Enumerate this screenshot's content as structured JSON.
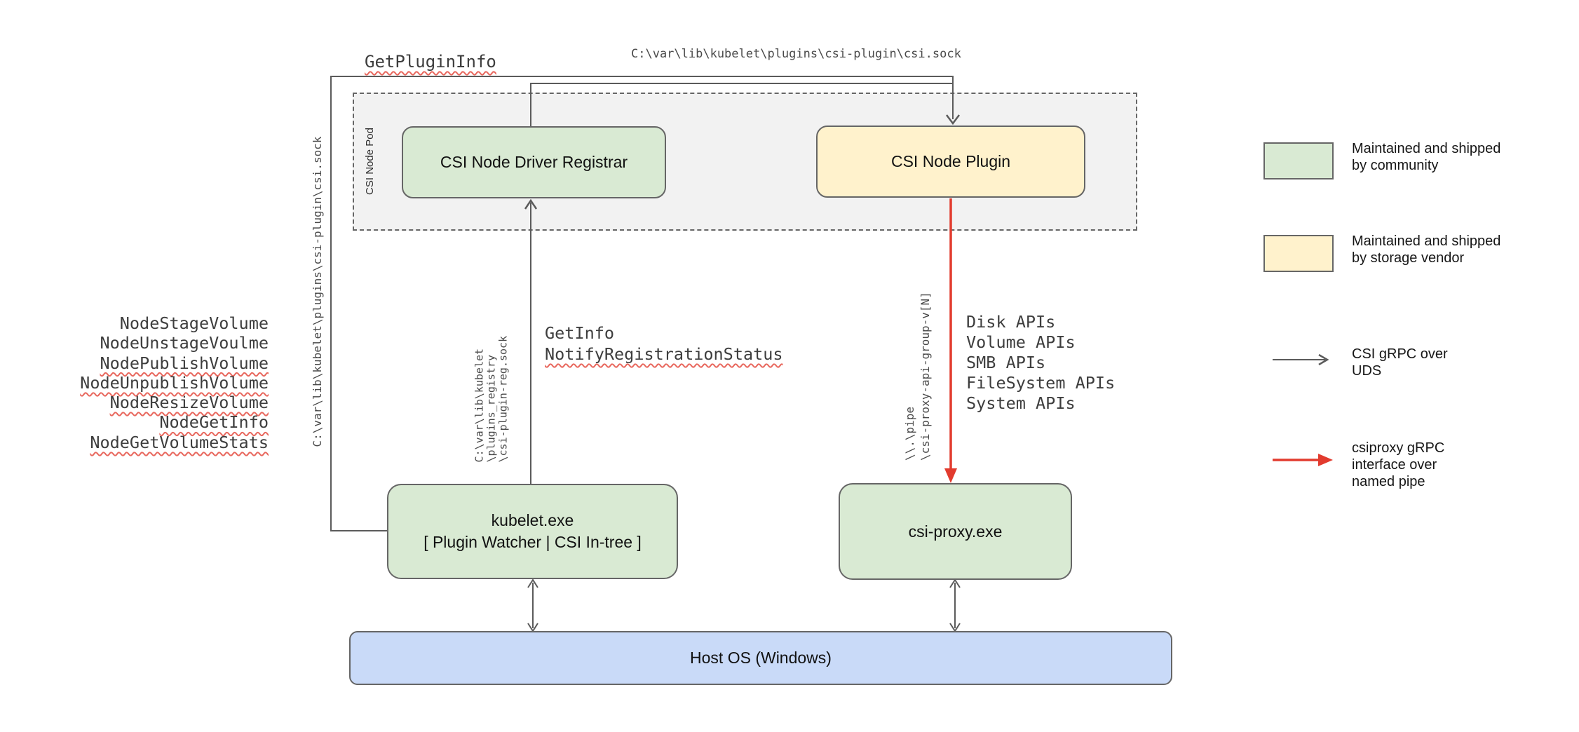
{
  "flow": {
    "get_plugin_info": "GetPluginInfo",
    "csi_sock_path": "C:\\var\\lib\\kubelet\\plugins\\csi-plugin\\csi.sock",
    "left_sock_path": "C:\\var\\lib\\kubelet\\plugins\\csi-plugin\\csi.sock",
    "node_apis": [
      "NodeStageVolume",
      "NodeUnstageVoulme",
      "NodePublishVolume",
      "NodeUnpublishVolume",
      "NodeResizeVolume",
      "NodeGetInfo",
      "NodeGetVolumeStats"
    ]
  },
  "pod": {
    "label": "CSI Node Pod",
    "registrar": "CSI Node Driver Registrar",
    "plugin": "CSI Node Plugin"
  },
  "registration": {
    "socket_lines": [
      "C:\\var\\lib\\kubelet",
      "\\plugins_registry",
      "\\csi-plugin-reg.sock"
    ],
    "calls": [
      "GetInfo",
      "NotifyRegistrationStatus"
    ]
  },
  "proxy": {
    "pipe_lines": [
      "\\\\.\\pipe",
      "\\csi-proxy-api-group-v[N]"
    ],
    "api_groups": [
      "Disk APIs",
      "Volume APIs",
      "SMB APIs",
      "FileSystem APIs",
      "System APIs"
    ]
  },
  "nodes": {
    "kubelet_line1": "kubelet.exe",
    "kubelet_line2": "[ Plugin Watcher | CSI In-tree ]",
    "csi_proxy": "csi-proxy.exe",
    "host": "Host OS (Windows)"
  },
  "legend": {
    "community": [
      "Maintained and shipped",
      "by community"
    ],
    "vendor": [
      "Maintained and shipped",
      "by storage vendor"
    ],
    "uds": [
      "CSI gRPC over",
      "UDS"
    ],
    "pipe": [
      "csiproxy gRPC",
      "interface over",
      "named pipe"
    ]
  },
  "colors": {
    "community_fill": "#d9ead3",
    "vendor_fill": "#fff2cc",
    "host_fill": "#c9daf8",
    "pod_fill": "#f2f2f2",
    "line_gray": "#5b5b5b",
    "arrow_red": "#e23b2e",
    "squiggle_red": "#e8685e"
  }
}
